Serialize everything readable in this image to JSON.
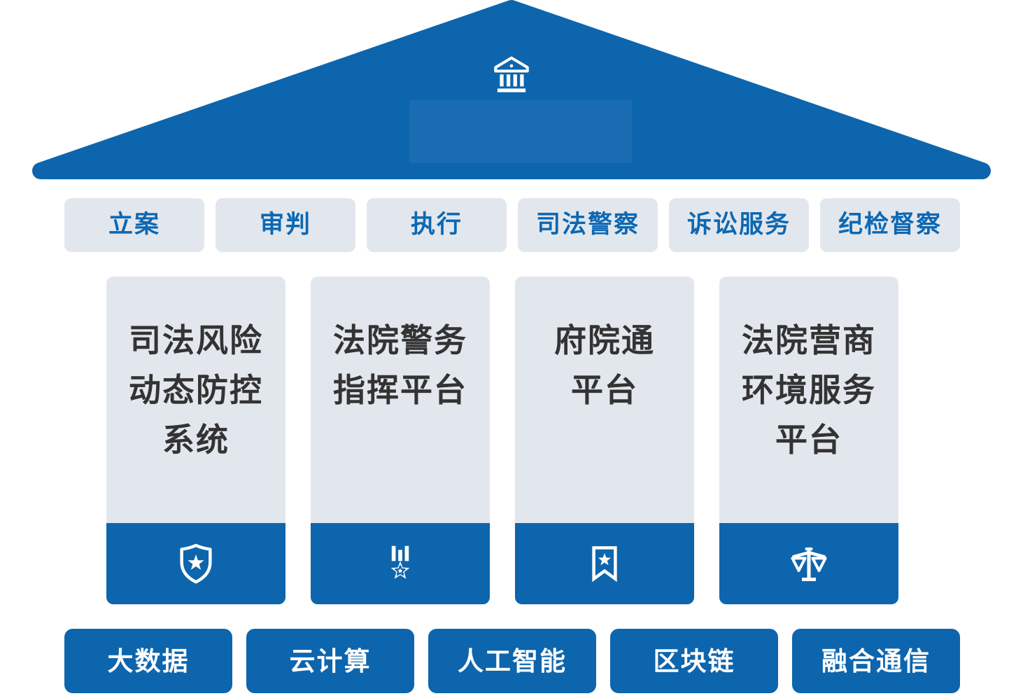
{
  "diagram": {
    "roof": {
      "icon": "bank-icon"
    },
    "business_functions": {
      "items": [
        {
          "label": "立案"
        },
        {
          "label": "审判"
        },
        {
          "label": "执行"
        },
        {
          "label": "司法警察"
        },
        {
          "label": "诉讼服务"
        },
        {
          "label": "纪检督察"
        }
      ]
    },
    "platforms": [
      {
        "lines": [
          "司法风险",
          "动态防控",
          "系统"
        ],
        "icon": "shield-star-icon"
      },
      {
        "lines": [
          "法院警务",
          "指挥平台"
        ],
        "icon": "medal-star-icon"
      },
      {
        "lines": [
          "府院通",
          "平台"
        ],
        "icon": "bookmark-star-icon"
      },
      {
        "lines": [
          "法院营商",
          "环境服务",
          "平台"
        ],
        "icon": "scales-icon"
      }
    ],
    "technologies": {
      "items": [
        {
          "label": "大数据"
        },
        {
          "label": "云计算"
        },
        {
          "label": "人工智能"
        },
        {
          "label": "区块链"
        },
        {
          "label": "融合通信"
        }
      ]
    },
    "colors": {
      "primary_blue": "#0d65ad",
      "panel_gray": "#e2e7ee",
      "label_blue": "#0d68b2",
      "dark_text": "#333333",
      "icon_white": "#ffffff"
    }
  }
}
